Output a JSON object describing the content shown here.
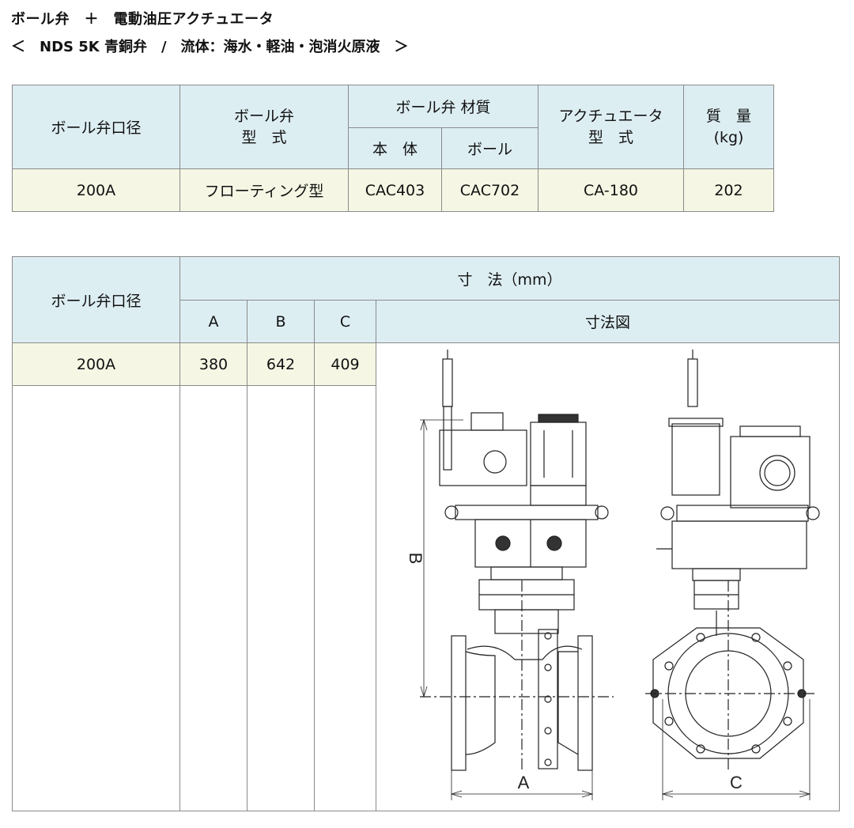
{
  "header": {
    "title_line1": "ボール弁　＋　電動油圧アクチュエータ",
    "title_line2": "＜　NDS 5K 青銅弁　/　流体：海水・軽油・泡消火原液　＞"
  },
  "spec_table": {
    "headers": {
      "bore": "ボール弁口径",
      "valve_type": "ボール弁\n型　式",
      "material_group": "ボール弁 材質",
      "body": "本　体",
      "ball": "ボール",
      "actuator_type": "アクチュエータ\n型　式",
      "mass": "質　量\n(kg)"
    },
    "row": {
      "bore": "200A",
      "valve_type": "フローティング型",
      "body": "CAC403",
      "ball": "CAC702",
      "actuator_type": "CA-180",
      "mass": "202"
    }
  },
  "dim_table": {
    "headers": {
      "bore": "ボール弁口径",
      "dims_group": "寸　法（mm）",
      "a": "A",
      "b": "B",
      "c": "C",
      "drawing": "寸法図"
    },
    "row": {
      "bore": "200A",
      "a": "380",
      "b": "642",
      "c": "409"
    },
    "drawing_labels": {
      "a": "A",
      "b": "B",
      "c": "C"
    }
  }
}
